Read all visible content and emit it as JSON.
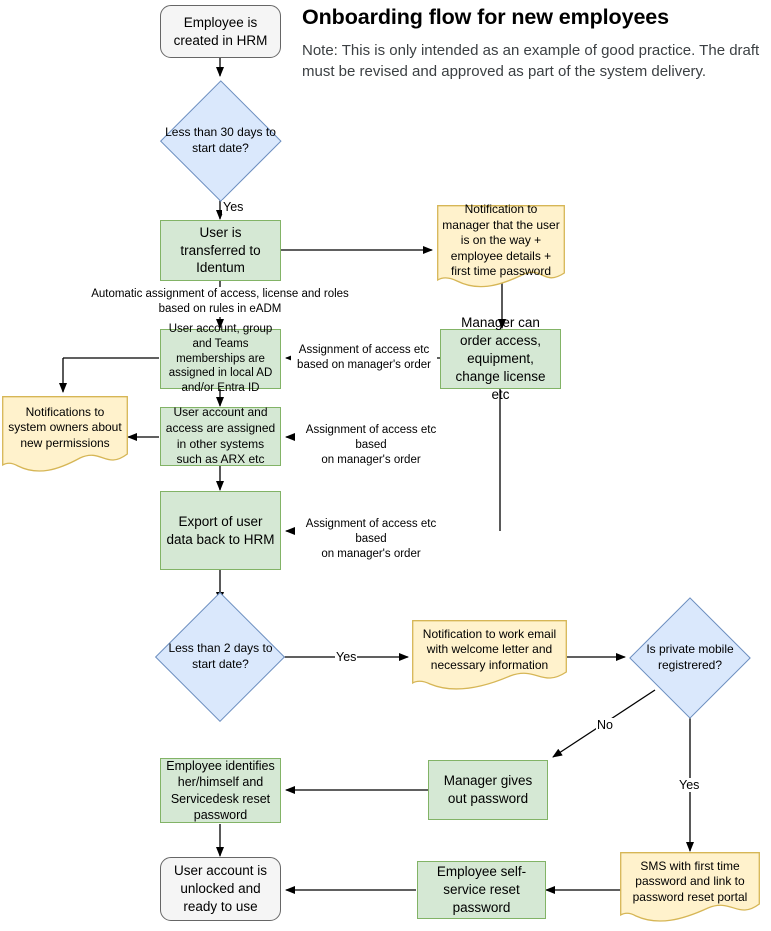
{
  "header": {
    "title": "Onboarding flow for new employees",
    "note": "Note: This is only intended as an example of good practice. The draft must be revised and approved as part of the system delivery."
  },
  "colors": {
    "process_fill": "#d5e8d4",
    "process_stroke": "#82b366",
    "decision_fill": "#dae8fc",
    "decision_stroke": "#6c8ebf",
    "document_fill": "#fff2cc",
    "document_stroke": "#d6b656",
    "terminator_fill": "#f5f5f5",
    "terminator_stroke": "#666666",
    "edge": "#000000",
    "note_text": "#3c4043"
  },
  "nodes": {
    "employee_created": {
      "label": "Employee is created in HRM",
      "type": "terminator"
    },
    "less_30_days": {
      "label": "Less than 30 days to start date?",
      "type": "decision"
    },
    "user_transferred": {
      "label": "User is transferred to Identum",
      "type": "process"
    },
    "notification_manager": {
      "label": "Notification to manager that the user is on the way + employee details + first time password",
      "type": "document"
    },
    "user_account_group": {
      "label": "User account, group and Teams memberships are assigned in local AD and/or Entra ID",
      "type": "process"
    },
    "manager_can_order": {
      "label": "Manager can order access, equipment, change license etc",
      "type": "process"
    },
    "notifications_system_owners": {
      "label": "Notifications to system owners about new permissions",
      "type": "document"
    },
    "user_account_other": {
      "label": "User account and access are assigned in other systems such as ARX etc",
      "type": "process"
    },
    "export_user_data": {
      "label": "Export of user data back to HRM",
      "type": "process"
    },
    "less_2_days": {
      "label": "Less than 2 days to start date?",
      "type": "decision"
    },
    "notification_work_email": {
      "label": "Notification to work email with welcome letter and necessary information",
      "type": "document"
    },
    "is_private_mobile": {
      "label": "Is private mobile registrered?",
      "type": "decision"
    },
    "employee_identifies": {
      "label": "Employee identifies her/himself and Servicedesk reset password",
      "type": "process"
    },
    "manager_gives_password": {
      "label": "Manager gives out password",
      "type": "process"
    },
    "sms_first_time": {
      "label": "SMS with first time password and link to password reset portal",
      "type": "document"
    },
    "employee_self_service": {
      "label": "Employee self-service reset password",
      "type": "process"
    },
    "user_unlocked": {
      "label": "User account is unlocked and ready to use",
      "type": "terminator"
    }
  },
  "edge_labels": {
    "yes_30_days": "Yes",
    "auto_assignment": "Automatic assignment of access, license and roles\nbased on rules in eADM",
    "assignment_1": "Assignment of access etc\nbased on manager's order",
    "assignment_2": "Assignment of access etc based\non manager's order",
    "assignment_3": "Assignment of access etc based\non manager's order",
    "yes_2_days": "Yes",
    "no_mobile": "No",
    "yes_mobile": "Yes"
  }
}
